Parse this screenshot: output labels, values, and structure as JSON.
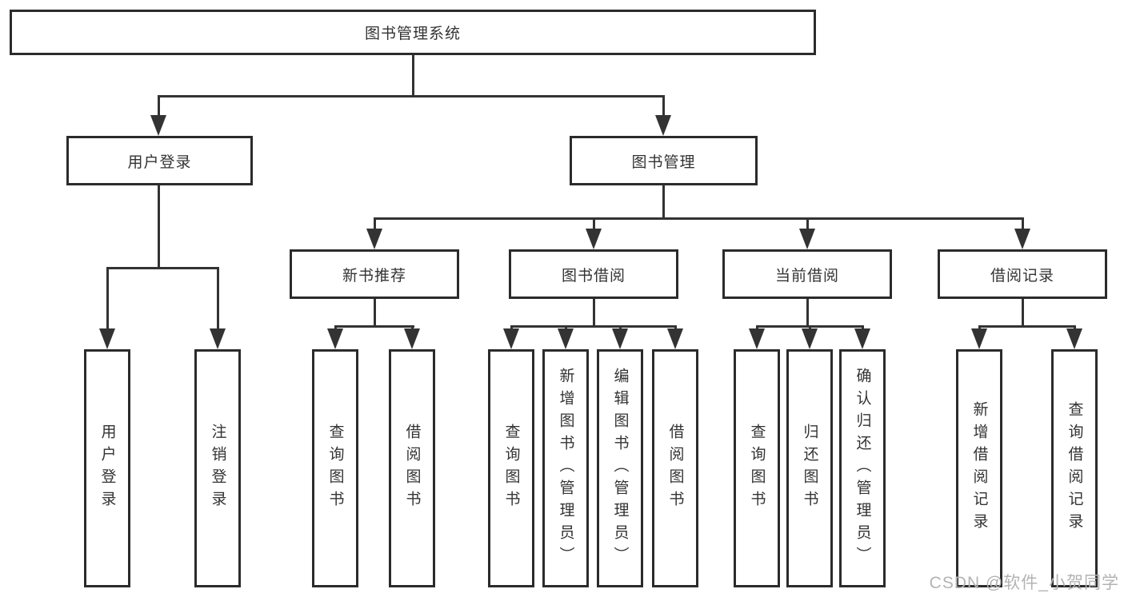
{
  "diagram_title": "图书管理系统",
  "nodes": {
    "root": "图书管理系统",
    "user_login": "用户登录",
    "book_management": "图书管理",
    "new_book_recommend": "新书推荐",
    "book_borrowing": "图书借阅",
    "current_borrowing": "当前借阅",
    "borrowing_records": "借阅记录",
    "user_login_leaf": "用户登录",
    "logout_leaf": "注销登录",
    "nbr_query_books": "查询图书",
    "nbr_borrow_books": "借阅图书",
    "bb_query_books": "查询图书",
    "bb_add_books": "新增图书（管理员）",
    "bb_edit_books": "编辑图书（管理员）",
    "bb_borrow_books": "借阅图书",
    "cb_query_books": "查询图书",
    "cb_return_books": "归还图书",
    "cb_confirm_return": "确认归还（管理员）",
    "br_add_record": "新增借阅记录",
    "br_query_record": "查询借阅记录"
  },
  "watermark": "CSDN @软件_小贺同学",
  "colors": {
    "line": "#333333",
    "box_border": "#2b2b2b",
    "text": "#333333",
    "watermark_text": "#b3b3b3",
    "background": "#ffffff"
  }
}
